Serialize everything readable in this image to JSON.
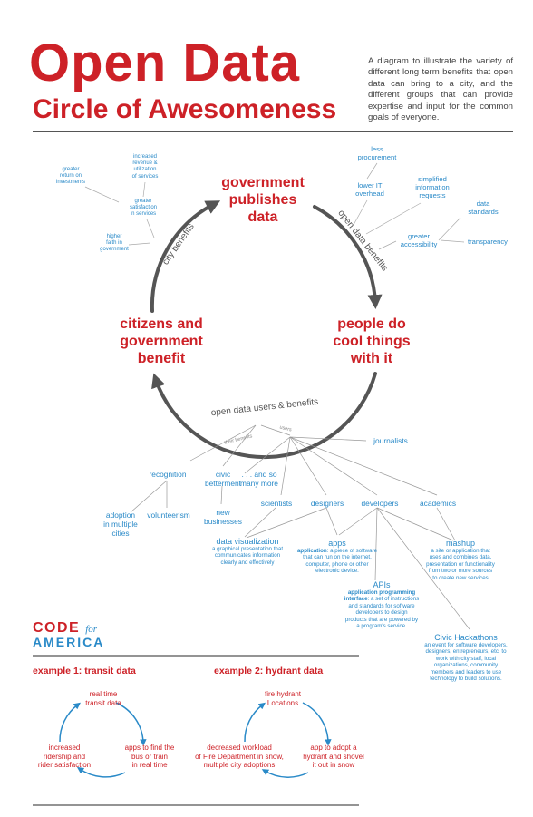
{
  "header": {
    "title_line1": "Open Data",
    "title_line2": "Circle of Awesomeness",
    "intro": "A diagram to illustrate the variety of different long term benefits that open data can bring to a city, and the different groups that can provide expertise and input for the common goals of everyone."
  },
  "colors": {
    "red": "#cd2127",
    "blue": "#2a8ac8",
    "gray": "#555555"
  },
  "cycle": {
    "stage_top": [
      "government",
      "publishes",
      "data"
    ],
    "stage_right": [
      "people do",
      "cool things",
      "with it"
    ],
    "stage_left": [
      "citizens and",
      "government",
      "benefit"
    ],
    "arc_left_label": "city benefits",
    "arc_right_label": "open data benefits",
    "arc_bottom_label": "open data users & benefits"
  },
  "city_benefits": {
    "greater_return": [
      "greater",
      "return on",
      "investments"
    ],
    "increased_revenue": [
      "increased",
      "revenue &",
      "utilization",
      "of services"
    ],
    "greater_satisfaction": [
      "greater",
      "satisfaction",
      "in services"
    ],
    "higher_faith": [
      "higher",
      "faith in",
      "government"
    ]
  },
  "open_data_benefits": {
    "less_procurement": [
      "less",
      "procurement"
    ],
    "lower_it": [
      "lower IT",
      "overhead"
    ],
    "simplified": [
      "simplified",
      "information",
      "requests"
    ],
    "data_standards": [
      "data",
      "standards"
    ],
    "greater_accessibility": [
      "greater",
      "accessibility"
    ],
    "transparency": "transparency"
  },
  "users_tree": {
    "their_benefits": "their benefits",
    "users": "users",
    "recognition": "recognition",
    "civic_betterment": [
      "civic",
      "betterment"
    ],
    "adoption": [
      "adoption",
      "in multiple",
      "cities"
    ],
    "volunteerism": "volunteerism",
    "new_businesses": [
      "new",
      "businesses"
    ],
    "and_so_many_more": [
      ". . . and so",
      "many more"
    ],
    "journalists": "journalists",
    "scientists": "scientists",
    "designers": "designers",
    "developers": "developers",
    "academics": "academics"
  },
  "outputs": {
    "data_viz": {
      "title": "data visualization",
      "desc": [
        "a graphical presentation that",
        "communicates information",
        "clearly and effectively"
      ]
    },
    "apps": {
      "title": "apps",
      "term": "application",
      "desc_first": ": a piece of software",
      "desc": [
        "that can run on the internet,",
        "computer, phone or other",
        "electronic device."
      ]
    },
    "mashup": {
      "title": "mashup",
      "desc": [
        "a site or application that",
        "uses and combines data,",
        "presentation or functionality",
        "from two or more sources",
        "to create new services"
      ]
    },
    "apis": {
      "title": "APIs",
      "term_line1": "application programming",
      "term_line2": "interface",
      "desc_first": ": a set of instructions",
      "desc": [
        "and standards for software",
        "developers to design",
        "products that are powered by",
        "a program's service."
      ]
    },
    "hackathons": {
      "title": "Civic Hackathons",
      "desc": [
        "an event for software developers,",
        "designers, entrepreneurs, etc. to",
        "work with city staff, local",
        "organizations, community",
        "members and leaders to use",
        "technology to build solutions."
      ]
    }
  },
  "logo": {
    "line1": "CODE",
    "for": "for",
    "line2": "AMERICA"
  },
  "examples": [
    {
      "heading": "example 1: transit data",
      "top": [
        "real time",
        "transit data"
      ],
      "right": [
        "apps to find the",
        "bus or train",
        "in real time"
      ],
      "left": [
        "increased",
        "ridership and",
        "rider satisfaction"
      ]
    },
    {
      "heading": "example 2: hydrant data",
      "top": [
        "fire hydrant",
        "Locations"
      ],
      "right": [
        "app to adopt a",
        "hydrant and shovel",
        "it out in snow"
      ],
      "left": [
        "decreased workload",
        "of Fire Department in snow,",
        "multiple city adoptions"
      ]
    }
  ]
}
